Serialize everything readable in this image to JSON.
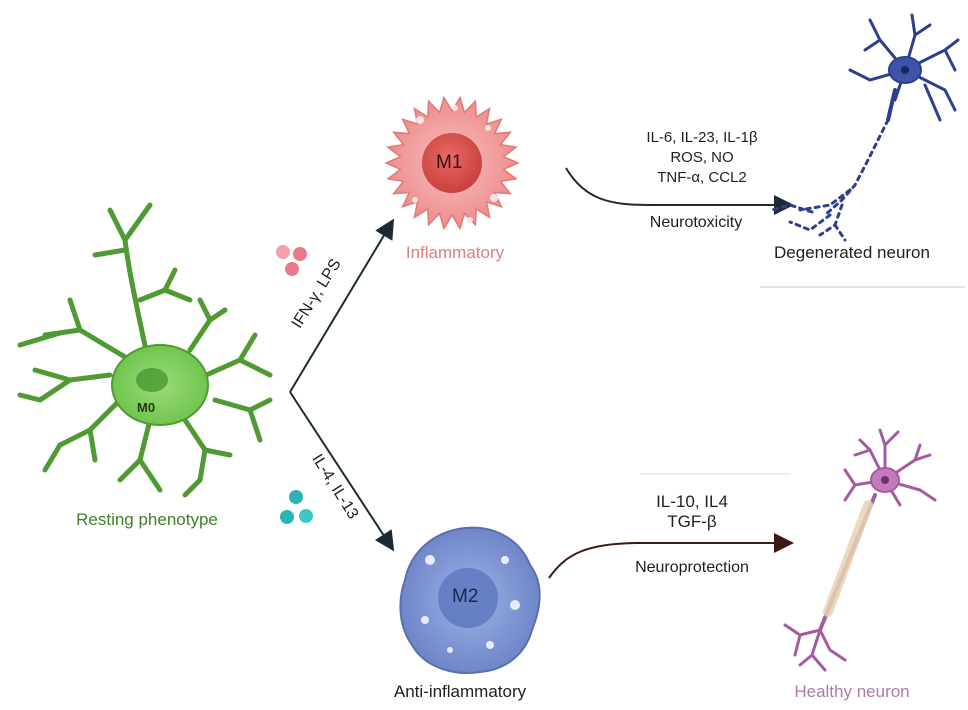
{
  "m0": {
    "label": "M0",
    "caption": "Resting phenotype",
    "color": "#6cc24a",
    "caption_color": "#3f7f2a"
  },
  "pathway_m1": {
    "stimulus": "IFN-γ, LPS",
    "cell_label": "M1",
    "caption": "Inflammatory",
    "cytokines": [
      "IL-6, IL-23, IL-1β",
      "ROS, NO",
      "TNF-α, CCL2"
    ],
    "effect": "Neurotoxicity",
    "neuron_caption": "Degenerated neuron",
    "cell_color": "#f29b9b",
    "nucleus_color": "#d9534f",
    "caption_color": "#d98080",
    "neuron_color": "#2f3f8f"
  },
  "pathway_m2": {
    "stimulus": "IL-4, IL-13",
    "cell_label": "M2",
    "caption": "Anti-inflammatory",
    "cytokines": [
      "IL-10, IL4",
      "TGF-β"
    ],
    "effect": "Neuroprotection",
    "neuron_caption": "Healthy neuron",
    "cell_color": "#7f97d6",
    "nucleus_color": "#5f78bf",
    "caption_color": "#b07aa8",
    "neuron_color": "#a45ca0"
  },
  "molecule_colors": {
    "m1": "#e87a8a",
    "m2": "#2bb3b0"
  }
}
